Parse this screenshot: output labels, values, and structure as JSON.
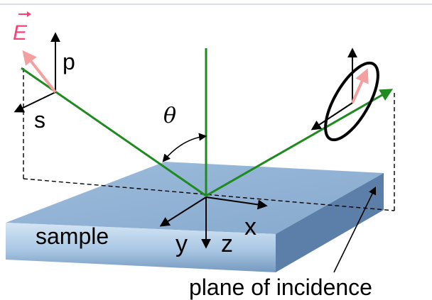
{
  "labels": {
    "e_field": "E",
    "p": "p",
    "s": "s",
    "theta": "θ",
    "sample": "sample",
    "x": "x",
    "y": "y",
    "z": "z",
    "plane_of_incidence": "plane of incidence"
  },
  "colors": {
    "beam": "#1f8a1f",
    "e_field": "#f0447a",
    "e_vector": "#f2a0a0",
    "outline": "#000000",
    "sample_top": "#8fb3d6",
    "sample_front_light": "#c6dcf0",
    "sample_front_dark": "#7a9fc4",
    "sample_side": "#5b7fa8",
    "top_rule": "#d8dfea"
  },
  "icons": {
    "e_vector_arrow": "vector-arrow-icon",
    "polarization_ellipse": "ellipse-icon"
  }
}
